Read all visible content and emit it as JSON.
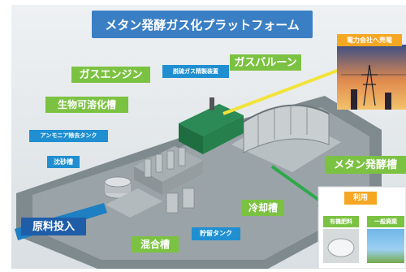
{
  "title": "メタン発酵ガス化プラットフォーム",
  "labels": {
    "gas_engine": "ガスエンジン",
    "desulfurizer": "脱硫ガス精製装置",
    "gas_balloon": "ガスバルーン",
    "solubilization_tank": "生物可溶化槽",
    "ammonia_tank": "アンモニア除去タンク",
    "settling_tank": "沈砂槽",
    "raw_material_input": "原料投入",
    "mixing_tank": "混合槽",
    "storage_tank": "貯留タンク",
    "cooling_tank": "冷却槽",
    "methane_tank": "メタン発酵槽",
    "power_sale": "電力会社へ売電",
    "use_box_title": "利用",
    "use_item_1": "有機肥料",
    "use_item_2": "一般廃棄"
  },
  "colors": {
    "label_green": "#7cc242",
    "label_blue": "#1f8fd1",
    "title_blue": "#3a7fc4",
    "power_orange": "#f5a623",
    "yellow_line": "#f2e33a",
    "green_arrow": "#2ea84a",
    "blue_arrow": "#1e7fc2"
  }
}
